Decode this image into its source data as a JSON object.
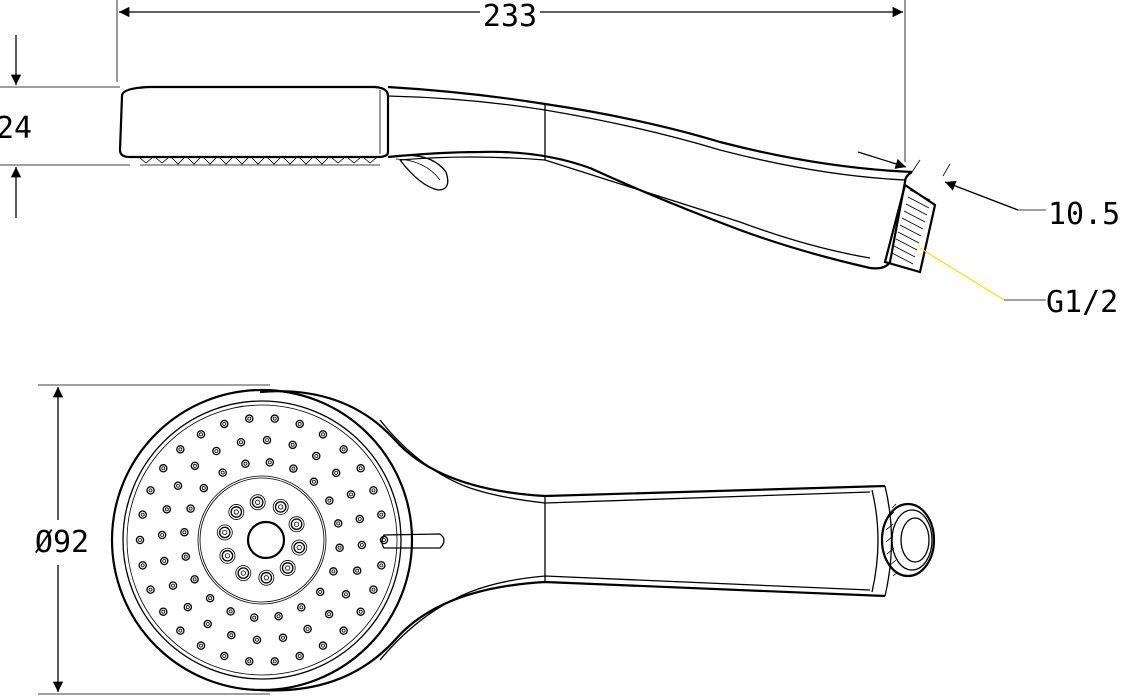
{
  "drawing": {
    "dimensions": {
      "overall_length": "233",
      "head_thickness": "24",
      "thread_length": "10.5",
      "thread_spec": "G1/2",
      "face_diameter": "Ø92"
    }
  }
}
